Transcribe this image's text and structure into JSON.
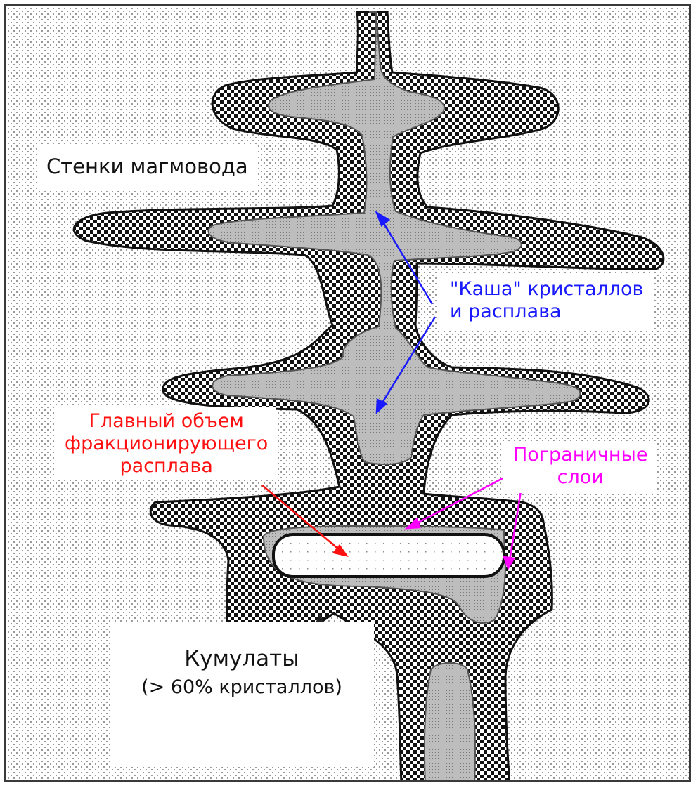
{
  "labels": {
    "walls": "Стенки магмовода",
    "mush_line1": "\"Каша\" кристаллов",
    "mush_line2": "и расплава",
    "main_line1": "Главный объем",
    "main_line2": "фракционирующего",
    "main_line3": "расплава",
    "border_line1": "Пограничные",
    "border_line2": "слои",
    "cumulates_line1": "Кумулаты",
    "cumulates_line2": "(> 60% кристаллов)"
  },
  "colors": {
    "mush_arrow": "#1a1aff",
    "main_arrow": "#ff1010",
    "border_arrow": "#ff00ff",
    "cumulates_arrow": "#222222",
    "mush_fill": "#bdbdbd"
  }
}
